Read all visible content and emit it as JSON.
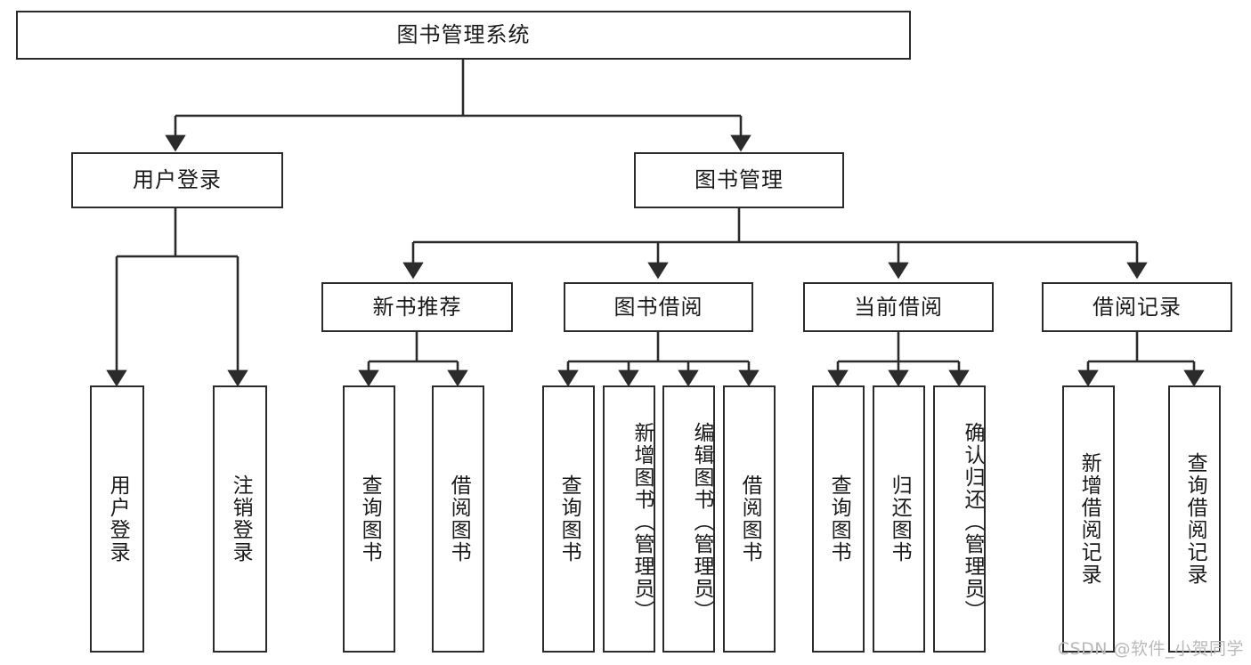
{
  "diagram": {
    "type": "tree-hierarchy-flowchart",
    "title": "图书管理系统",
    "root": {
      "id": "root",
      "label": "图书管理系统",
      "orientation": "horizontal"
    },
    "level2": [
      {
        "id": "user-login",
        "label": "用户登录",
        "orientation": "horizontal"
      },
      {
        "id": "book-manage",
        "label": "图书管理",
        "orientation": "horizontal"
      }
    ],
    "level3": [
      {
        "id": "new-book-recommend",
        "label": "新书推荐",
        "orientation": "horizontal",
        "parent": "book-manage"
      },
      {
        "id": "book-borrow",
        "label": "图书借阅",
        "orientation": "horizontal",
        "parent": "book-manage"
      },
      {
        "id": "current-borrow",
        "label": "当前借阅",
        "orientation": "horizontal",
        "parent": "book-manage"
      },
      {
        "id": "borrow-record",
        "label": "借阅记录",
        "orientation": "horizontal",
        "parent": "book-manage"
      }
    ],
    "leaves": [
      {
        "id": "leaf-user-login",
        "label": "用户登录",
        "parent": "user-login"
      },
      {
        "id": "leaf-logout-login",
        "label": "注销登录",
        "parent": "user-login"
      },
      {
        "id": "leaf-query-book-1",
        "label": "查询图书",
        "parent": "new-book-recommend"
      },
      {
        "id": "leaf-borrow-book-1",
        "label": "借阅图书",
        "parent": "new-book-recommend"
      },
      {
        "id": "leaf-query-book-2",
        "label": "查询图书",
        "parent": "book-borrow"
      },
      {
        "id": "leaf-add-book",
        "label": "新增图书（管理员）",
        "parent": "book-borrow"
      },
      {
        "id": "leaf-edit-book",
        "label": "编辑图书（管理员）",
        "parent": "book-borrow"
      },
      {
        "id": "leaf-borrow-book-2",
        "label": "借阅图书",
        "parent": "book-borrow"
      },
      {
        "id": "leaf-query-book-3",
        "label": "查询图书",
        "parent": "current-borrow"
      },
      {
        "id": "leaf-return-book",
        "label": "归还图书",
        "parent": "current-borrow"
      },
      {
        "id": "leaf-confirm-return",
        "label": "确认归还（管理员）",
        "parent": "current-borrow"
      },
      {
        "id": "leaf-add-record",
        "label": "新增借阅记录",
        "parent": "borrow-record"
      },
      {
        "id": "leaf-query-record",
        "label": "查询借阅记录",
        "parent": "borrow-record"
      }
    ],
    "colors": {
      "stroke": "#2b2b2b",
      "fill": "#ffffff",
      "text": "#1a1a1a",
      "watermark": "#b9b9b9"
    }
  },
  "watermark": {
    "text": "CSDN @软件_小贺同学"
  }
}
